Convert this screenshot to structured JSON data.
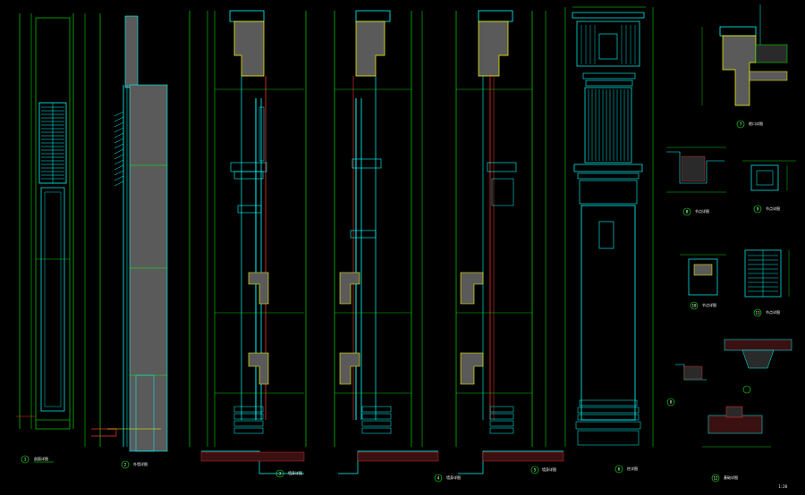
{
  "colors": {
    "background": "#000000",
    "dimension": "#00ff00",
    "outline": "#00ffff",
    "wall": "#5a5a5a",
    "accent": "#ffff00",
    "section": "#ff3030",
    "note": "#ffffff"
  },
  "drawing": {
    "detail_numbers": [
      "1",
      "2",
      "3",
      "4",
      "5",
      "6",
      "7",
      "8",
      "9",
      "10",
      "11",
      "12"
    ],
    "titles": {
      "t1": "剖面详图",
      "t2": "外墙详图",
      "t3": "墙身详图",
      "t4": "墙身详图",
      "t5": "墙身详图",
      "t6": "柱详图",
      "t7": "檐口详图",
      "t8": "节点详图",
      "t9": "节点详图",
      "t10": "节点详图",
      "t11": "节点详图",
      "t12": "基础详图"
    },
    "scale": "1:20"
  }
}
